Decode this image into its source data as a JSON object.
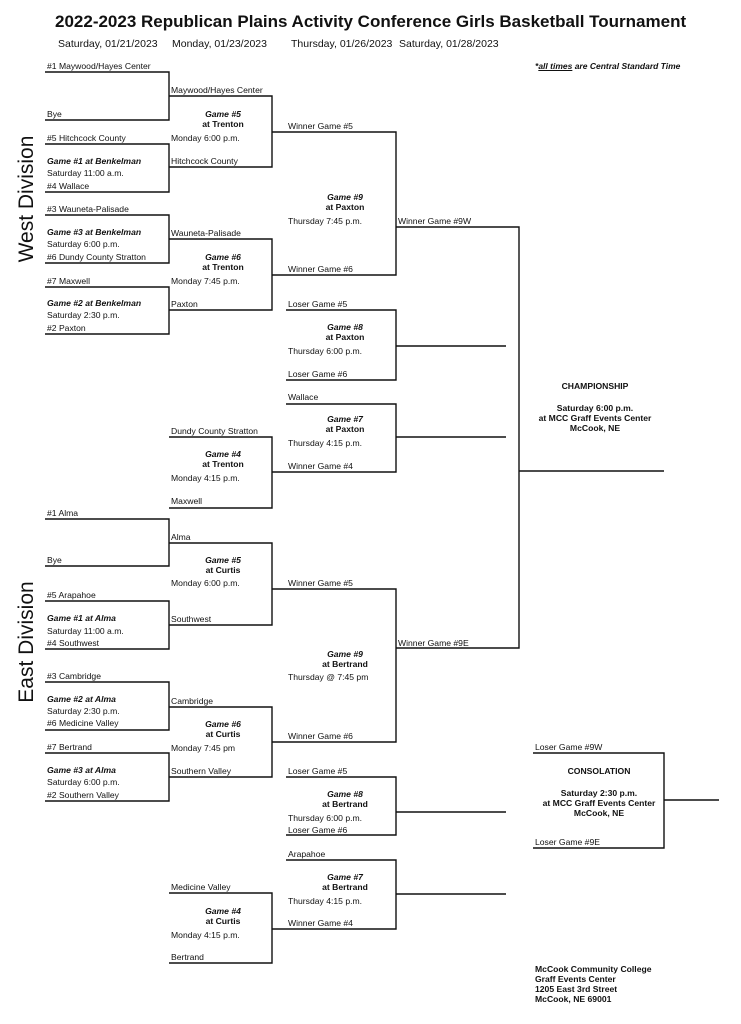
{
  "title": "2022-2023 Republican Plains Activity Conference Girls Basketball Tournament",
  "dates": [
    "Saturday, 01/21/2023",
    "Monday, 01/23/2023",
    "Thursday, 01/26/2023",
    "Saturday, 01/28/2023"
  ],
  "note_prefix": "*",
  "note_underlined": "all times",
  "note_suffix": " are Central Standard Time",
  "divisions": {
    "west": "West Division",
    "east": "East Division"
  },
  "west": {
    "r1": {
      "mh": "#1 Maywood/Hayes Center",
      "bye": "Bye",
      "hitch": "#5  Hitchcock County",
      "g1_name": "Game #1 at Benkelman",
      "g1_time": "Saturday  11:00 a.m.",
      "wallace": "#4 Wallace",
      "wp": "#3 Wauneta-Palisade",
      "g3_name": "Game #3 at Benkelman",
      "g3_time": "Saturday  6:00 p.m.",
      "dcs": "#6 Dundy County Stratton",
      "maxwell": "#7 Maxwell",
      "g2_name": "Game #2 at Benkelman",
      "g2_time": "Saturday  2:30 p.m.",
      "paxton": "#2 Paxton"
    },
    "r2": {
      "mh": "Maywood/Hayes Center",
      "hitch": "Hitchcock County",
      "g5_title": "Game #5",
      "g5_site": "at Trenton",
      "g5_time": "Monday  6:00 p.m.",
      "wp": "Wauneta-Palisade",
      "paxton": "Paxton",
      "g6_title": "Game #6",
      "g6_site": "at Trenton",
      "g6_time": "Monday  7:45 p.m.",
      "dcs": "Dundy County Stratton",
      "maxwell": "Maxwell",
      "g4_title": "Game #4",
      "g4_site": "at Trenton",
      "g4_time": "Monday 4:15 p.m."
    },
    "r3": {
      "wg5": "Winner Game #5",
      "wg6": "Winner Game #6",
      "g9_title": "Game #9",
      "g9_site": "at Paxton",
      "g9_time": "Thursday  7:45 p.m.",
      "lg5": "Loser Game #5",
      "lg6": "Loser Game #6",
      "g8_title": "Game #8",
      "g8_site": "at Paxton",
      "g8_time": "Thursday  6:00 p.m.",
      "wallace": "Wallace",
      "wg4": "Winner Game #4",
      "g7_title": "Game #7",
      "g7_site": "at Paxton",
      "g7_time": "Thursday  4:15 p.m."
    },
    "winner": "Winner Game #9W"
  },
  "east": {
    "r1": {
      "alma": "#1 Alma",
      "bye": "Bye",
      "arap": "#5 Arapahoe",
      "g1_name": "Game #1 at Alma",
      "g1_time": "Saturday  11:00 a.m.",
      "sw": "#4 Southwest",
      "camb": "#3 Cambridge",
      "g2_name": "Game #2  at Alma",
      "g2_time": "Saturday 2:30 p.m.",
      "mv": "#6 Medicine Valley",
      "bert": "#7 Bertrand",
      "g3_name": "Game #3  at Alma",
      "g3_time": "Saturday  6:00 p.m.",
      "sv": "#2 Southern Valley"
    },
    "r2": {
      "alma": "Alma",
      "sw": "Southwest",
      "g5_title": "Game #5",
      "g5_site": "at Curtis",
      "g5_time": "Monday  6:00 p.m.",
      "camb": "Cambridge",
      "sv": "Southern Valley",
      "g6_title": "Game #6",
      "g6_site": "at Curtis",
      "g6_time": "Monday  7:45 pm",
      "mv": "Medicine Valley",
      "bert": "Bertrand",
      "g4_title": "Game #4",
      "g4_site": "at Curtis",
      "g4_time": "Monday  4:15 p.m."
    },
    "r3": {
      "wg5": "Winner Game #5",
      "wg6": "Winner Game #6",
      "g9_title": "Game #9",
      "g9_site": "at Bertrand",
      "g9_time": "Thursday @ 7:45 pm",
      "lg5": "Loser Game #5",
      "lg6": "Loser Game #6",
      "g8_title": "Game #8",
      "g8_site": "at Bertrand",
      "g8_time": "Thursday  6:00 p.m.",
      "arap": "Arapahoe",
      "wg4": "Winner Game #4",
      "g7_title": "Game #7",
      "g7_site": "at Bertrand",
      "g7_time": "Thursday  4:15 p.m."
    },
    "winner": "Winner Game #9E"
  },
  "championship": {
    "title": "CHAMPIONSHIP",
    "time": "Saturday  6:00 p.m.",
    "site": "at MCC Graff Events Center",
    "city": "McCook, NE"
  },
  "consolation": {
    "top": "Loser Game #9W",
    "title": "CONSOLATION",
    "time": "Saturday  2:30 p.m.",
    "site": "at MCC Graff Events Center",
    "city": "McCook, NE",
    "bottom": "Loser Game #9E"
  },
  "address": [
    "McCook Community College",
    "Graff Events Center",
    "1205 East 3rd Street",
    "McCook, NE 69001"
  ]
}
